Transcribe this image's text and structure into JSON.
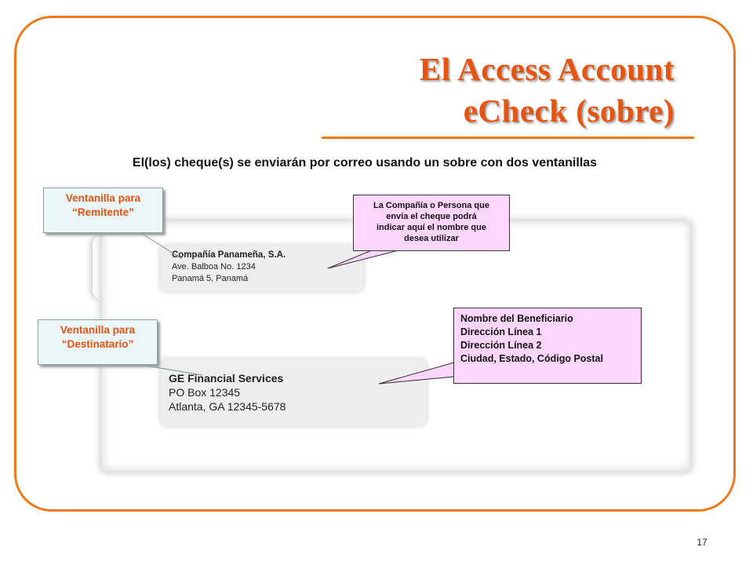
{
  "slide": {
    "title_lines": [
      "El Access Account",
      "eCheck (sobre)"
    ],
    "subtitle": "El(los) cheque(s) se enviarán por correo usando un sobre con dos ventanillas",
    "page_number": "17"
  },
  "envelope": {
    "sender_window": [
      "Compañía Panameña, S.A.",
      "Ave. Balboa No. 1234",
      "Panamá 5, Panamá"
    ],
    "recipient_window": [
      "GE Financial Services",
      "PO Box 12345",
      "Atlanta, GA 12345-5678"
    ]
  },
  "callouts": {
    "sender_label": [
      "Ventanilla para",
      "“Remitente”"
    ],
    "recipient_label": [
      "Ventanilla para",
      "“Destinatario”"
    ],
    "company_note": [
      "La Compañía o Persona que",
      "envía el cheque podrá",
      "indicar aquí el nombre que",
      "desea utilizar"
    ],
    "beneficiary_fields": [
      "Nombre del Beneficiario",
      "Dirección Línea 1",
      "Dirección Línea 2",
      "Ciudad, Estado, Código Postal"
    ]
  },
  "colors": {
    "accent_orange": "#e8540f",
    "frame_orange": "#f07a1a",
    "label_callout_fill": "#eaf6f8",
    "note_callout_fill": "#ffd6ff"
  }
}
